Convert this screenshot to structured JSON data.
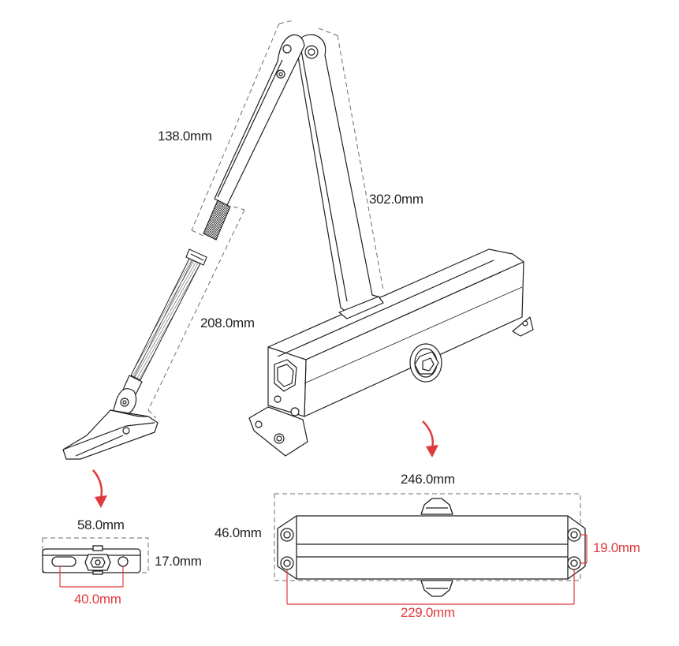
{
  "dimensions": {
    "arm_upper": "138.0mm",
    "arm_main": "302.0mm",
    "arm_lower": "208.0mm",
    "closer_length": "246.0mm",
    "closer_height": "46.0mm",
    "closer_hole_vertical": "19.0mm",
    "closer_hole_horizontal": "229.0mm",
    "bracket_length": "58.0mm",
    "bracket_height": "17.0mm",
    "bracket_hole_spacing": "40.0mm"
  },
  "colors": {
    "line": "#231f20",
    "dashed": "#6d6e71",
    "highlight": "#e03a3e",
    "arrow": "#e03a3e"
  }
}
